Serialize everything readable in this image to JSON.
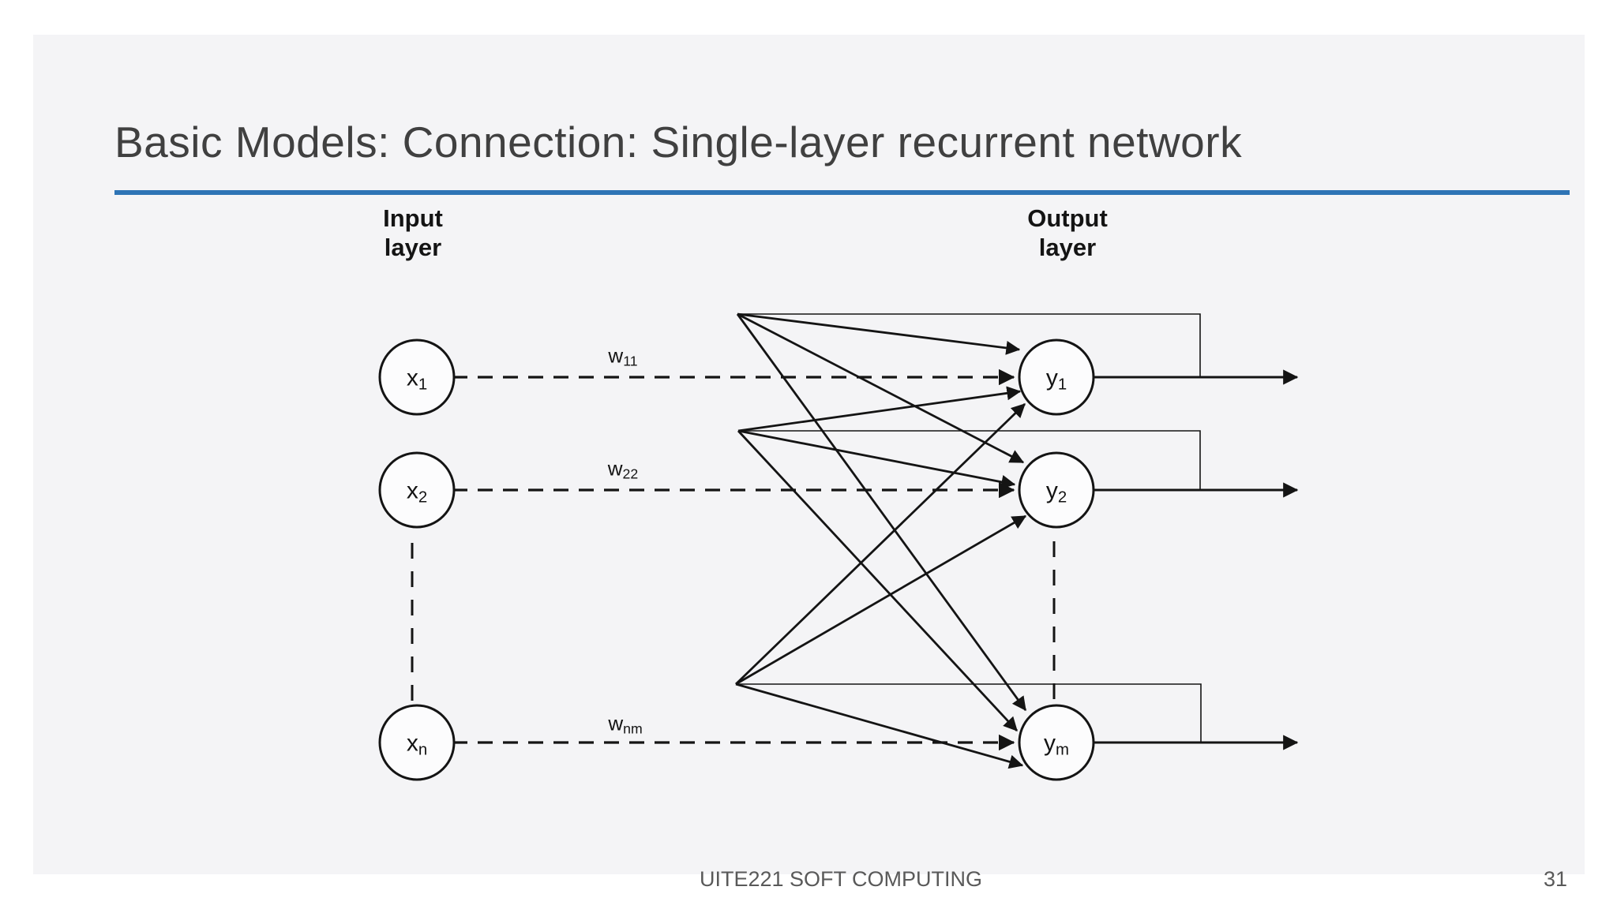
{
  "slide": {
    "title": "Basic Models: Connection: Single-layer recurrent network",
    "footer_text": "UITE221 SOFT COMPUTING",
    "page_number": "31"
  },
  "colors": {
    "accent_blue": "#2e74b5",
    "diagram_line": "#141414",
    "title_gray": "#404040",
    "footer_gray": "#595959",
    "slide_background": "#f4f4f6"
  },
  "diagram": {
    "input_layer_label": "Input\nlayer",
    "output_layer_label": "Output\nlayer",
    "input_nodes": [
      {
        "base": "x",
        "sub": "1"
      },
      {
        "base": "x",
        "sub": "2"
      },
      {
        "base": "x",
        "sub": "n"
      }
    ],
    "output_nodes": [
      {
        "base": "y",
        "sub": "1"
      },
      {
        "base": "y",
        "sub": "2"
      },
      {
        "base": "y",
        "sub": "m"
      }
    ],
    "weight_labels": [
      {
        "base": "w",
        "sub": "11"
      },
      {
        "base": "w",
        "sub": "22"
      },
      {
        "base": "w",
        "sub": "nm"
      }
    ]
  }
}
